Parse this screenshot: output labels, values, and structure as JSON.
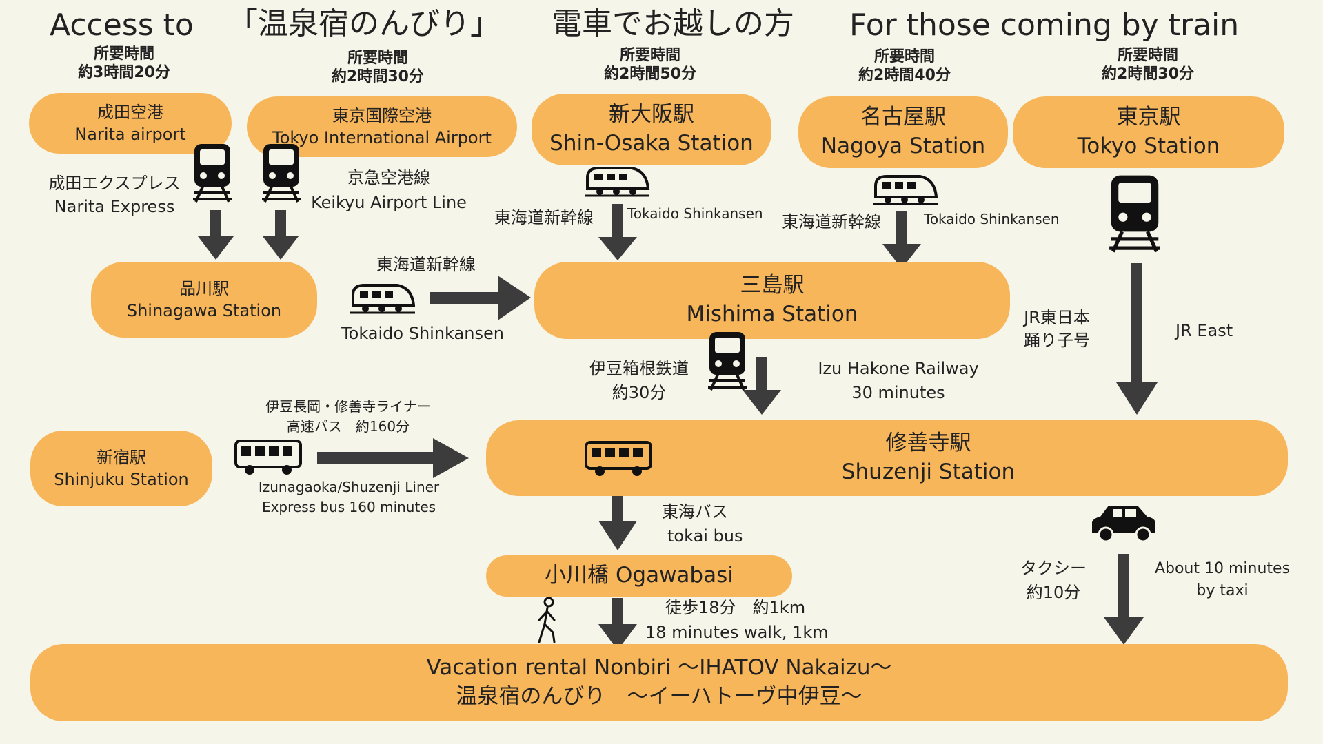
{
  "title": {
    "access_to": "Access to",
    "inn_name": "「温泉宿のんびり」",
    "by_train_jp": "電車でお越しの方",
    "by_train_en": "For those coming by train"
  },
  "routes": {
    "narita": {
      "time_label": "所要時間",
      "time": "約3時間20分",
      "name_jp": "成田空港",
      "name_en": "Narita airport",
      "line_jp": "成田エクスプレス",
      "line_en": "Narita Express"
    },
    "haneda": {
      "time_label": "所要時間",
      "time": "約2時間30分",
      "name_jp": "東京国際空港",
      "name_en": "Tokyo International Airport",
      "line_jp": "京急空港線",
      "line_en": "Keikyu Airport Line"
    },
    "shin_osaka": {
      "time_label": "所要時間",
      "time": "約2時間50分",
      "name_jp": "新大阪駅",
      "name_en": "Shin-Osaka Station",
      "line_jp": "東海道新幹線",
      "line_en": "Tokaido Shinkansen"
    },
    "nagoya": {
      "time_label": "所要時間",
      "time": "約2時間40分",
      "name_jp": "名古屋駅",
      "name_en": "Nagoya Station",
      "line_jp": "東海道新幹線",
      "line_en": "Tokaido Shinkansen"
    },
    "tokyo": {
      "time_label": "所要時間",
      "time": "約2時間30分",
      "name_jp": "東京駅",
      "name_en": "Tokyo  Station",
      "line_jp_1": "JR東日本",
      "line_jp_2": "踊り子号",
      "line_en": "JR East"
    },
    "shinagawa": {
      "name_jp": "品川駅",
      "name_en": "Shinagawa Station",
      "line_jp": "東海道新幹線",
      "line_en": "Tokaido Shinkansen"
    },
    "mishima": {
      "name_jp": "三島駅",
      "name_en": "Mishima Station",
      "line_jp": "伊豆箱根鉄道",
      "time_jp": "約30分",
      "line_en": "Izu Hakone Railway",
      "time_en": "30 minutes"
    },
    "shinjuku": {
      "name_jp": "新宿駅",
      "name_en": "Shinjuku Station",
      "bus_jp_1": "伊豆長岡・修善寺ライナー",
      "bus_jp_2": "高速バス　約160分",
      "bus_en_1": "Izunagaoka/Shuzenji Liner",
      "bus_en_2": "Express bus 160 minutes"
    },
    "shuzenji": {
      "name_jp": "修善寺駅",
      "name_en": "Shuzenji Station",
      "bus_jp": "東海バス",
      "bus_en": "tokai bus",
      "taxi_jp_1": "タクシー",
      "taxi_jp_2": "約10分",
      "taxi_en_1": "About 10 minutes",
      "taxi_en_2": "by taxi"
    },
    "ogawabasi": {
      "name": "小川橋 Ogawabasi",
      "walk_jp": "徒歩18分　約1km",
      "walk_en": "18 minutes walk, 1km"
    }
  },
  "destination": {
    "name_en": "Vacation rental  Nonbiri ～IHATOV Nakaizu～",
    "name_jp": "温泉宿のんびり　～イーハトーヴ中伊豆～"
  },
  "colors": {
    "pill": "#f8b65a",
    "arrow": "#3c3c3c",
    "background": "#f6f5e9"
  },
  "icons": [
    "train-icon",
    "shinkansen-icon",
    "bus-icon",
    "taxi-icon",
    "walking-person-icon",
    "arrow-icon"
  ]
}
